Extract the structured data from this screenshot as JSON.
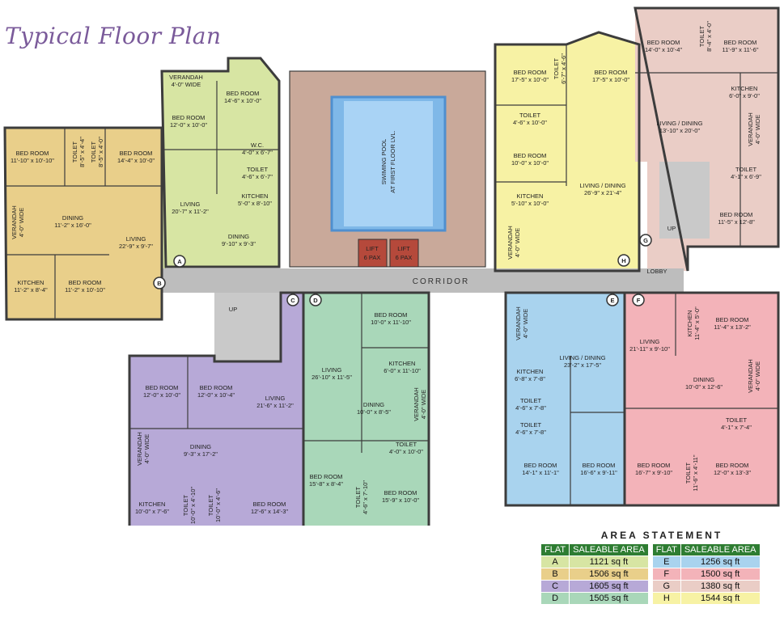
{
  "title": "Typical Floor Plan",
  "colors": {
    "flat_a": "#d7e5a3",
    "flat_b": "#e9cf8a",
    "flat_c": "#b7a9d7",
    "flat_d": "#a9d7b9",
    "flat_e": "#a9d3ee",
    "flat_f": "#f3b3b9",
    "flat_g": "#eacdc6",
    "flat_h": "#f7f2a4",
    "corridor": "#bdbdbd",
    "pool_deck": "#c9a99a",
    "pool": "#7fb8e8",
    "lift": "#b5493b",
    "header": "#2e7d32"
  },
  "common": {
    "corridor": "CORRIDOR",
    "lobby": "LOBBY",
    "pool": [
      "SWIMING POOL",
      "AT FIRST FLOOR LVL."
    ],
    "lift1": [
      "LIFT",
      "6 PAX"
    ],
    "lift2": [
      "LIFT",
      "6 PAX"
    ],
    "up_left": "UP",
    "up_right": "UP"
  },
  "flat_markers": [
    "A",
    "B",
    "C",
    "D",
    "E",
    "F",
    "G",
    "H"
  ],
  "rooms": {
    "b_bed1": [
      "BED ROOM",
      "11'-10\" x 10'-10\""
    ],
    "b_toilet1": [
      "TOILET",
      "8'-5\" x 4'-4\""
    ],
    "b_toilet2": [
      "TOILET",
      "8'-5\" x 4'-0\""
    ],
    "b_bed2": [
      "BED ROOM",
      "14'-4\" x 10'-0\""
    ],
    "b_verandah": [
      "VERANDAH",
      "4'-0\" WIDE"
    ],
    "b_dining": [
      "DINING",
      "11'-2\" x 16'-0\""
    ],
    "b_living": [
      "LIVING",
      "22'-9\" x 9'-7\""
    ],
    "b_kitchen": [
      "KITCHEN",
      "11'-2\" x 8'-4\""
    ],
    "b_bed3": [
      "BED ROOM",
      "11'-2\" x 10'-10\""
    ],
    "a_verandah": [
      "VERANDAH",
      "4'-0\" WIDE"
    ],
    "a_bed1": [
      "BED ROOM",
      "12'-0\" x 10'-0\""
    ],
    "a_bed2": [
      "BED ROOM",
      "14'-6\" x 10'-0\""
    ],
    "a_wc": [
      "W.C.",
      "4'-0\" x 6'-7\""
    ],
    "a_toilet": [
      "TOILET",
      "4'-6\" x 6'-7\""
    ],
    "a_kitchen": [
      "KITCHEN",
      "5'-0\" x 8'-10\""
    ],
    "a_living": [
      "LIVING",
      "20'-7\" x 11'-2\""
    ],
    "a_dining": [
      "DINING",
      "9'-10\" x 9'-3\""
    ],
    "h_bed1": [
      "BED ROOM",
      "17'-5\" x 10'-0\""
    ],
    "h_toilet1": [
      "TOILET",
      "6'-7\" x 4'-6\""
    ],
    "h_bed2": [
      "BED ROOM",
      "17'-5\" x 10'-0\""
    ],
    "h_toilet2": [
      "TOILET",
      "4'-6\" x 10'-0\""
    ],
    "h_bed3": [
      "BED ROOM",
      "10'-0\" x 10'-0\""
    ],
    "h_kitchen": [
      "KITCHEN",
      "5'-10\" x 10'-0\""
    ],
    "h_verandah": [
      "VERANDAH",
      "4'-0\" WIDE"
    ],
    "h_living": [
      "LIVING / DINING",
      "26'-9\" x 21'-4\""
    ],
    "g_bed1": [
      "BED ROOM",
      "14'-0\" x 10'-4\""
    ],
    "g_toilet1": [
      "TOILET",
      "8'-4\" x 4'-0\""
    ],
    "g_bed2": [
      "BED ROOM",
      "11'-9\" x 11'-6\""
    ],
    "g_kitchen": [
      "KITCHEN",
      "6'-0\" x 9'-0\""
    ],
    "g_living": [
      "LIVING / DINING",
      "13'-10\" x 20'-0\""
    ],
    "g_verandah": [
      "VERANDAH",
      "4'-0\" WIDE"
    ],
    "g_toilet2": [
      "TOILET",
      "4'-1\" x 6'-9\""
    ],
    "g_bed3": [
      "BED ROOM",
      "11'-5\" x 12'-8\""
    ],
    "c_bed1": [
      "BED ROOM",
      "12'-0\" x 10'-0\""
    ],
    "c_bed2": [
      "BED ROOM",
      "12'-0\" x 10'-4\""
    ],
    "c_living": [
      "LIVING",
      "21'-6\" x 11'-2\""
    ],
    "c_verandah": [
      "VERANDAH",
      "4'-0\" WIDE"
    ],
    "c_dining": [
      "DINING",
      "9'-3\" x 17'-2\""
    ],
    "c_kitchen": [
      "KITCHEN",
      "10'-0\" x 7'-6\""
    ],
    "c_toilet1": [
      "TOILET",
      "10'-0\" x 4'-10\""
    ],
    "c_toilet2": [
      "TOILET",
      "10'-0\" x 4'-6\""
    ],
    "c_bed3": [
      "BED ROOM",
      "12'-6\" x 14'-3\""
    ],
    "d_bed1": [
      "BED ROOM",
      "10'-0\" x 11'-10\""
    ],
    "d_living": [
      "LIVING",
      "26'-10\" x 11'-5\""
    ],
    "d_kitchen": [
      "KITCHEN",
      "6'-0\" x 11'-10\""
    ],
    "d_dining": [
      "DINING",
      "10'-0\" x 8'-5\""
    ],
    "d_verandah": [
      "VERANDAH",
      "4'-0\" WIDE"
    ],
    "d_toilet1": [
      "TOILET",
      "4'-0\" x 10'-0\""
    ],
    "d_bed2": [
      "BED ROOM",
      "15'-8\" x 8'-4\""
    ],
    "d_toilet2": [
      "TOILET",
      "4'-6\" x 7'-10\""
    ],
    "d_bed3": [
      "BED ROOM",
      "15'-9\" x 10'-0\""
    ],
    "e_verandah": [
      "VERANDAH",
      "4'-0\" WIDE"
    ],
    "e_living": [
      "LIVING / DINING",
      "23'-2\" x 17'-5\""
    ],
    "e_kitchen": [
      "KITCHEN",
      "6'-8\" x 7'-8\""
    ],
    "e_toilet1": [
      "TOILET",
      "4'-6\" x 7'-8\""
    ],
    "e_toilet2": [
      "TOILET",
      "4'-6\" x 7'-8\""
    ],
    "e_bed1": [
      "BED ROOM",
      "14'-1\" x 11'-1\""
    ],
    "e_bed2": [
      "BED ROOM",
      "16'-6\" x 9'-11\""
    ],
    "f_living": [
      "LIVING",
      "21'-11\" x 9'-10\""
    ],
    "f_kitchen": [
      "KITCHEN",
      "11'-4\" x 5'-0\""
    ],
    "f_bed1": [
      "BED ROOM",
      "11'-4\" x 13'-2\""
    ],
    "f_dining": [
      "DINING",
      "10'-0\" x 12'-6\""
    ],
    "f_verandah": [
      "VERANDAH",
      "4'-0\" WIDE"
    ],
    "f_toilet1": [
      "TOILET",
      "4'-1\" x 7'-4\""
    ],
    "f_bed2": [
      "BED ROOM",
      "16'-7\" x 9'-10\""
    ],
    "f_toilet2": [
      "TOILET",
      "11'-6\" x 4'-11\""
    ],
    "f_bed3": [
      "BED ROOM",
      "12'-0\" x 13'-3\""
    ]
  },
  "area_statement": {
    "heading": "AREA STATEMENT",
    "col_flat": "FLAT",
    "col_area": "SALEABLE AREA",
    "left": [
      {
        "flat": "A",
        "area": "1121 sq ft",
        "color": "#d7e5a3"
      },
      {
        "flat": "B",
        "area": "1506 sq ft",
        "color": "#e9cf8a"
      },
      {
        "flat": "C",
        "area": "1605 sq ft",
        "color": "#b7a9d7"
      },
      {
        "flat": "D",
        "area": "1505 sq ft",
        "color": "#a9d7b9"
      }
    ],
    "right": [
      {
        "flat": "E",
        "area": "1256 sq ft",
        "color": "#a9d3ee"
      },
      {
        "flat": "F",
        "area": "1500 sq ft",
        "color": "#f3b3b9"
      },
      {
        "flat": "G",
        "area": "1380 sq ft",
        "color": "#eacdc6"
      },
      {
        "flat": "H",
        "area": "1544 sq ft",
        "color": "#f7f2a4"
      }
    ]
  }
}
